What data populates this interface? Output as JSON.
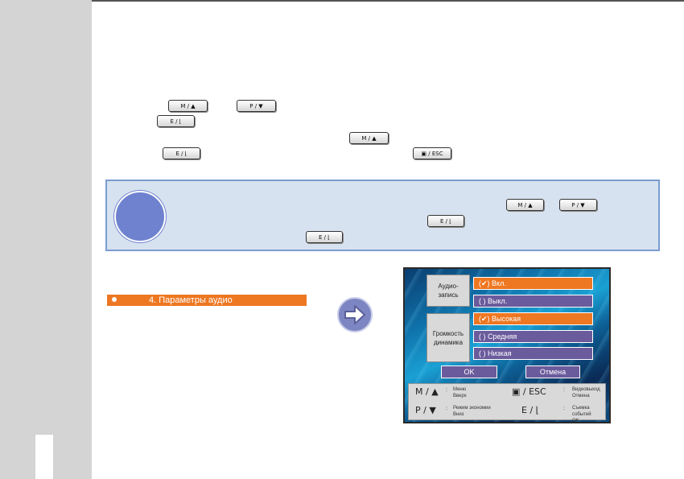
{
  "keys": {
    "m_up": "M / ▲",
    "p_down": "P / ▼",
    "e_enter": "E / ⌊",
    "video_esc": "▣ / ESC"
  },
  "section": {
    "title": "4. Параметры аудио"
  },
  "screen": {
    "group1_label": "Аудио-\nзапись",
    "group2_label": "Громкость\nдинамика",
    "options": [
      "(✔) Вкл.",
      "(   ) Выкл.",
      "(✔) Высокая",
      "(   ) Средняя",
      "(   ) Низкая"
    ],
    "ok_label": "OK",
    "cancel_label": "Отмена",
    "legend": [
      {
        "key": "M / ▲",
        "text": "Меню\nВверх"
      },
      {
        "key": "▣ / ESC",
        "text": "Видеовыход\nОтмена"
      },
      {
        "key": "P / ▼",
        "text": "Режим экономии\nВниз"
      },
      {
        "key": "E / ⌊",
        "text": "Съемка событий\nOK"
      }
    ]
  },
  "colors": {
    "accent": "#ee7722",
    "option_off": "#6a5b9c",
    "note_bg": "#d6e2ef",
    "note_circle": "#6e82cf"
  }
}
